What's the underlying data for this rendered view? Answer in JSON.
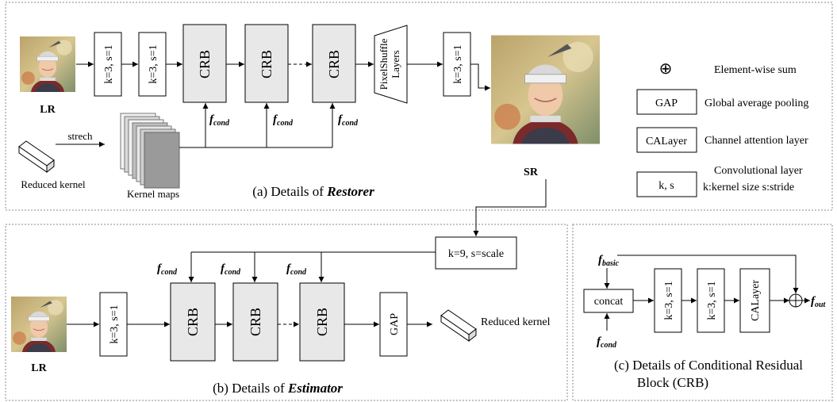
{
  "restorer": {
    "lr_label": "LR",
    "sr_label": "SR",
    "conv1": "k=3, s=1",
    "conv2": "k=3, s=1",
    "crb1": "CRB",
    "crb2": "CRB",
    "crb3": "CRB",
    "pixelshuffle_line1": "PixelShuffle",
    "pixelshuffle_line2": "Layers",
    "conv3": "k=3, s=1",
    "fcond": "f",
    "fcond_sub": "cond",
    "stretch_label": "strech",
    "reduced_kernel": "Reduced kernel",
    "kernel_maps": "Kernel maps",
    "caption_prefix": "(a) Details of ",
    "caption_emph": "Restorer"
  },
  "legend": {
    "sum_symbol": "⊕",
    "sum_desc": "Element-wise sum",
    "gap_box": "GAP",
    "gap_desc": "Global average pooling",
    "ca_box": "CALayer",
    "ca_desc": "Channel attention layer",
    "conv_box": "k, s",
    "conv_desc1": "Convolutional layer",
    "conv_desc2": "k:kernel size  s:stride"
  },
  "estimator": {
    "lr_label": "LR",
    "conv1": "k=3, s=1",
    "crb1": "CRB",
    "crb2": "CRB",
    "crb3": "CRB",
    "gap": "GAP",
    "conv_scale": "k=9, s=scale",
    "fcond": "f",
    "fcond_sub": "cond",
    "reduced_kernel": "Reduced kernel",
    "caption_prefix": "(b) Details of ",
    "caption_emph": "Estimator"
  },
  "crb_detail": {
    "fbasic": "f",
    "fbasic_sub": "basic",
    "fcond": "f",
    "fcond_sub": "cond",
    "fout": "f",
    "fout_sub": "out",
    "concat": "concat",
    "conv1": "k=3, s=1",
    "conv2": "k=3, s=1",
    "calayer": "CALayer",
    "caption_line1": "(c) Details of Conditional Residual",
    "caption_line2": "Block (CRB)"
  },
  "colors": {
    "crb_fill": "#e8e8e8",
    "stroke": "#000000",
    "frame": "#888888"
  }
}
